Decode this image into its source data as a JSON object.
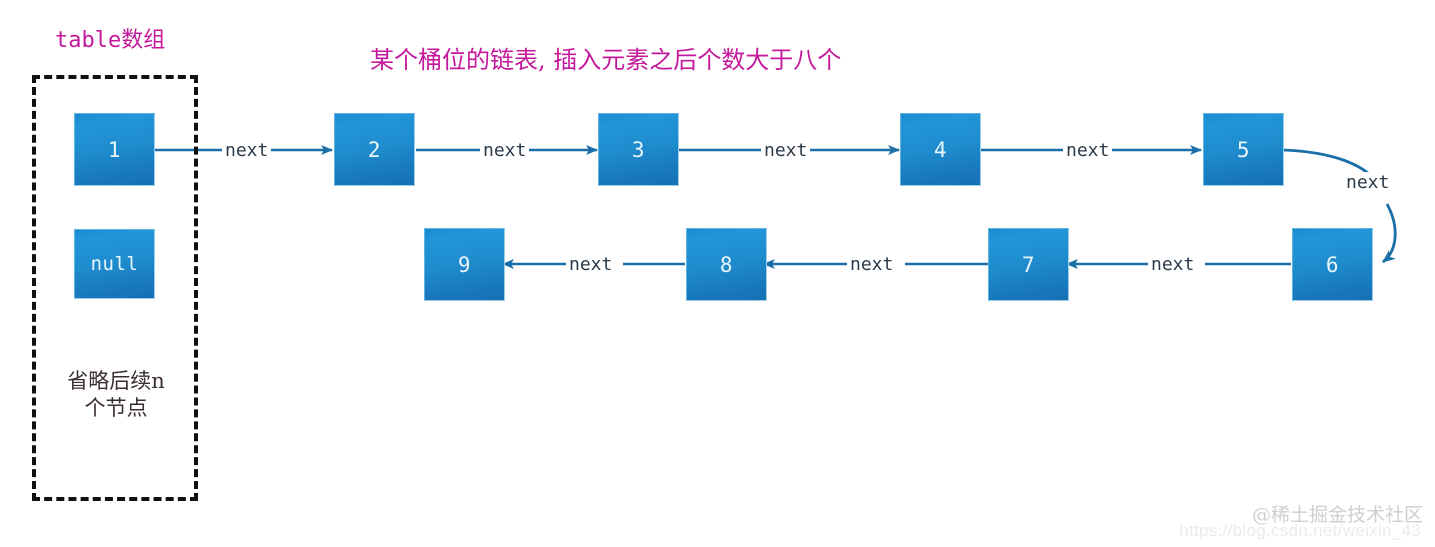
{
  "diagram": {
    "table_label": "table数组",
    "chain_title": "某个桶位的链表, 插入元素之后个数大于八个",
    "omit_text": "省略后续n\n个节点",
    "omit_line1": "省略后续n",
    "omit_line2": "个节点",
    "edge_label": "next",
    "colors": {
      "node_fill_top": "#2196d9",
      "node_fill_bottom": "#1570b4",
      "arrow": "#1b6fa8",
      "label_magenta": "#c4199c",
      "dashed_border": "#111111",
      "next_text": "#2b3a4a",
      "omit_text": "#3b2e2e",
      "watermark": "#cfcfcf"
    },
    "table_slots": [
      {
        "name": "slot-head",
        "value": "1"
      },
      {
        "name": "slot-null",
        "value": "null"
      }
    ],
    "top_row_nodes": [
      {
        "value": "1"
      },
      {
        "value": "2"
      },
      {
        "value": "3"
      },
      {
        "value": "4"
      },
      {
        "value": "5"
      }
    ],
    "bottom_row_nodes": [
      {
        "value": "9"
      },
      {
        "value": "8"
      },
      {
        "value": "7"
      },
      {
        "value": "6"
      }
    ],
    "edges": [
      {
        "from": "1",
        "to": "2",
        "label": "next",
        "direction": "right"
      },
      {
        "from": "2",
        "to": "3",
        "label": "next",
        "direction": "right"
      },
      {
        "from": "3",
        "to": "4",
        "label": "next",
        "direction": "right"
      },
      {
        "from": "4",
        "to": "5",
        "label": "next",
        "direction": "right"
      },
      {
        "from": "5",
        "to": "6",
        "label": "next",
        "direction": "curve-down"
      },
      {
        "from": "6",
        "to": "7",
        "label": "next",
        "direction": "left"
      },
      {
        "from": "7",
        "to": "8",
        "label": "next",
        "direction": "left"
      },
      {
        "from": "8",
        "to": "9",
        "label": "next",
        "direction": "left"
      }
    ],
    "watermark": {
      "brand": "@稀土掘金技术社区",
      "url": "https://blog.csdn.net/weixin_43"
    }
  }
}
